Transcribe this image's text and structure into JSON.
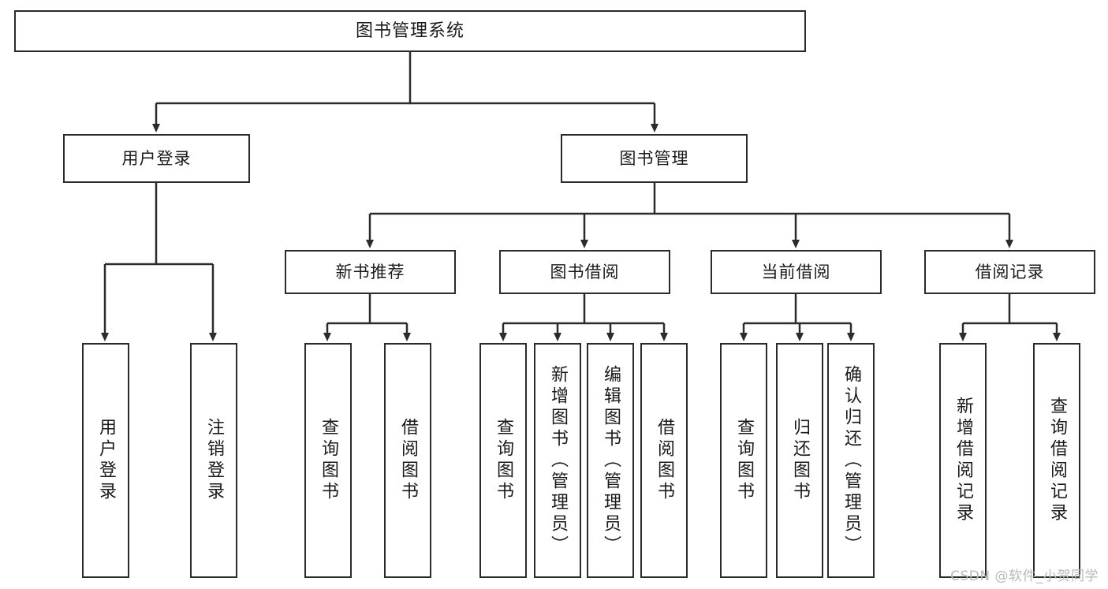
{
  "diagram": {
    "title": "图书管理系统",
    "type": "tree-hierarchy-chart",
    "watermark": "CSDN @软件_小贺同学",
    "colors": {
      "box_border": "#2b2b2b",
      "box_fill": "#ffffff",
      "edge": "#2b2b2b",
      "text": "#1a1a1a",
      "watermark": "#b9b9b9"
    },
    "root": {
      "label": "图书管理系统"
    },
    "level2": [
      {
        "label": "用户登录"
      },
      {
        "label": "图书管理"
      }
    ],
    "level3": [
      {
        "label": "新书推荐"
      },
      {
        "label": "图书借阅"
      },
      {
        "label": "当前借阅"
      },
      {
        "label": "借阅记录"
      }
    ],
    "leaves": {
      "user_login": [
        {
          "label": "用户登录"
        },
        {
          "label": "注销登录"
        }
      ],
      "new_book_recommend": [
        {
          "label": "查询图书"
        },
        {
          "label": "借阅图书"
        }
      ],
      "book_borrow": [
        {
          "label": "查询图书"
        },
        {
          "label": "新增图书（管理员）"
        },
        {
          "label": "编辑图书（管理员）"
        },
        {
          "label": "借阅图书"
        }
      ],
      "current_borrow": [
        {
          "label": "查询图书"
        },
        {
          "label": "归还图书"
        },
        {
          "label": "确认归还（管理员）"
        }
      ],
      "borrow_record": [
        {
          "label": "新增借阅记录"
        },
        {
          "label": "查询借阅记录"
        }
      ]
    }
  }
}
